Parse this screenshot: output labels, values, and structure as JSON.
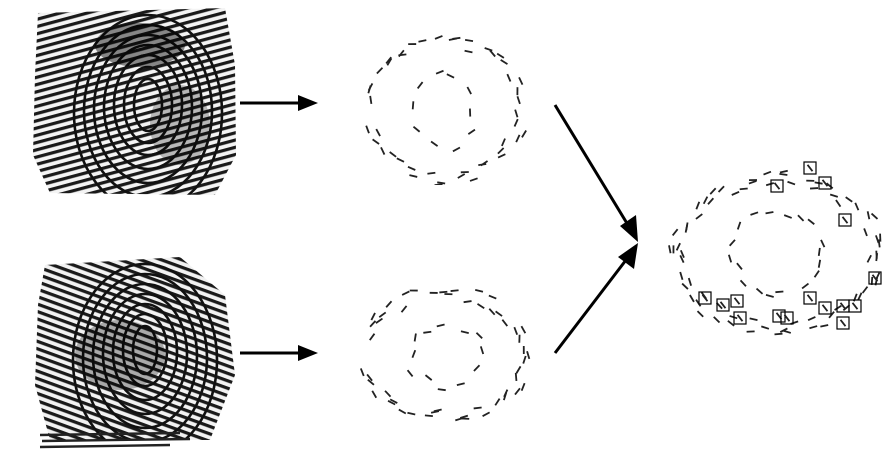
{
  "figure": {
    "fingerprints": [
      {
        "name": "top",
        "image": "fingerprint-image"
      },
      {
        "name": "bottom",
        "image": "fingerprint-image"
      }
    ],
    "stages": [
      "minutiae-map",
      "minutiae-map",
      "matched-minutiae-map"
    ],
    "arrow_color": "#000000",
    "minutia_color": "#222222",
    "match_box_color": "#000000"
  }
}
